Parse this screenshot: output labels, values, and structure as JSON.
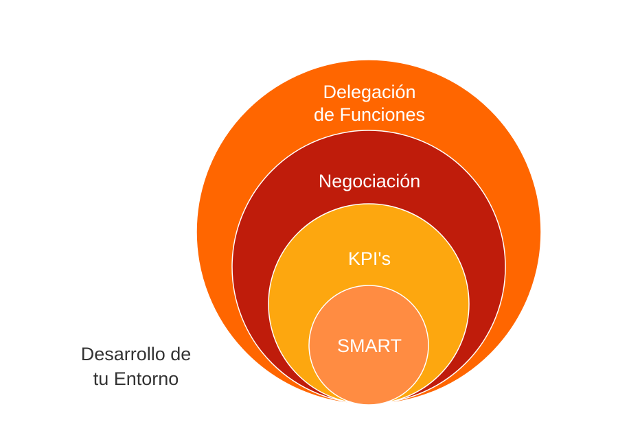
{
  "rings": [
    {
      "id": "outer",
      "lines": [
        "Delegación",
        "de Funciones"
      ],
      "color": "#FF6600"
    },
    {
      "id": "second",
      "lines": [
        "Negociación"
      ],
      "color": "#BF1C0B"
    },
    {
      "id": "third",
      "lines": [
        "KPI's"
      ],
      "color": "#FDA70F"
    },
    {
      "id": "inner",
      "lines": [
        "SMART"
      ],
      "color": "#FF8C42"
    }
  ],
  "side_label": {
    "line1": "Desarrollo de",
    "line2": "tu Entorno"
  }
}
